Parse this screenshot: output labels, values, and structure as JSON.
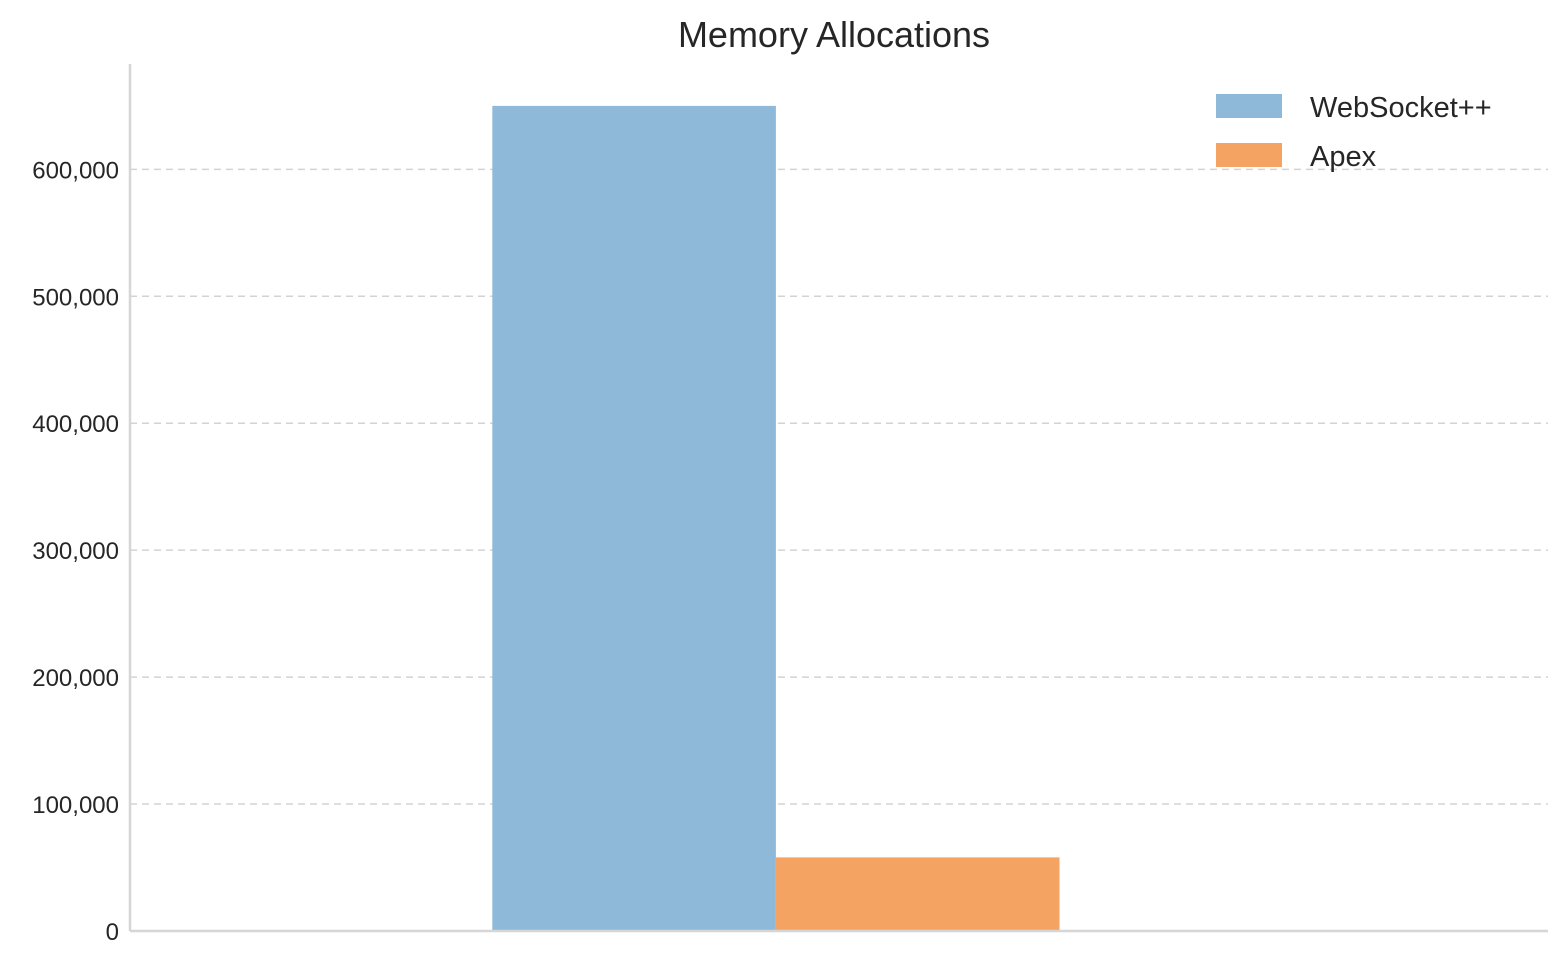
{
  "chart_data": {
    "type": "bar",
    "title": "Memory Allocations",
    "xlabel": "",
    "ylabel": "",
    "categories": [
      ""
    ],
    "series": [
      {
        "name": "WebSocket++",
        "values": [
          650000
        ],
        "color": "#8fb9d9"
      },
      {
        "name": "Apex",
        "values": [
          58000
        ],
        "color": "#f4a362"
      }
    ],
    "ylim": [
      0,
      683000
    ],
    "yticks": [
      0,
      100000,
      200000,
      300000,
      400000,
      500000,
      600000
    ],
    "ytick_labels": [
      "0",
      "100,000",
      "200,000",
      "300,000",
      "400,000",
      "500,000",
      "600,000"
    ],
    "grid": true,
    "grid_axis": "y",
    "legend_position": "top-right"
  }
}
